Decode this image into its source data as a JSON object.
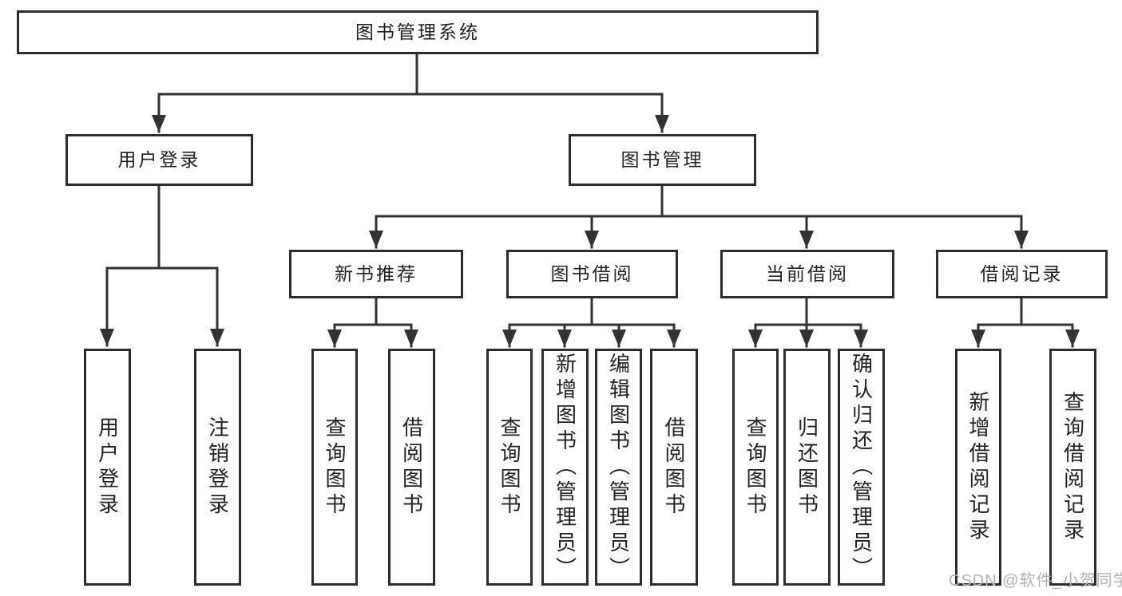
{
  "tree": {
    "label": "图书管理系统",
    "children": [
      {
        "label": "用户登录",
        "children": [
          {
            "label": "用户登录"
          },
          {
            "label": "注销登录"
          }
        ]
      },
      {
        "label": "图书管理",
        "children": [
          {
            "label": "新书推荐",
            "children": [
              {
                "label": "查询图书"
              },
              {
                "label": "借阅图书"
              }
            ]
          },
          {
            "label": "图书借阅",
            "children": [
              {
                "label": "查询图书"
              },
              {
                "label": "新增图书（管理员）"
              },
              {
                "label": "编辑图书（管理员）"
              },
              {
                "label": "借阅图书"
              }
            ]
          },
          {
            "label": "当前借阅",
            "children": [
              {
                "label": "查询图书"
              },
              {
                "label": "归还图书"
              },
              {
                "label": "确认归还（管理员）"
              }
            ]
          },
          {
            "label": "借阅记录",
            "children": [
              {
                "label": "新增借阅记录"
              },
              {
                "label": "查询借阅记录"
              }
            ]
          }
        ]
      }
    ]
  },
  "watermark": {
    "text": "CSDN @软件_小贺同学"
  },
  "colors": {
    "line": "#333333",
    "box_border": "#2d2d2d",
    "box_fill": "#ffffff",
    "text": "#222222",
    "watermark": "#b3b3b3",
    "background": "#ffffff"
  }
}
